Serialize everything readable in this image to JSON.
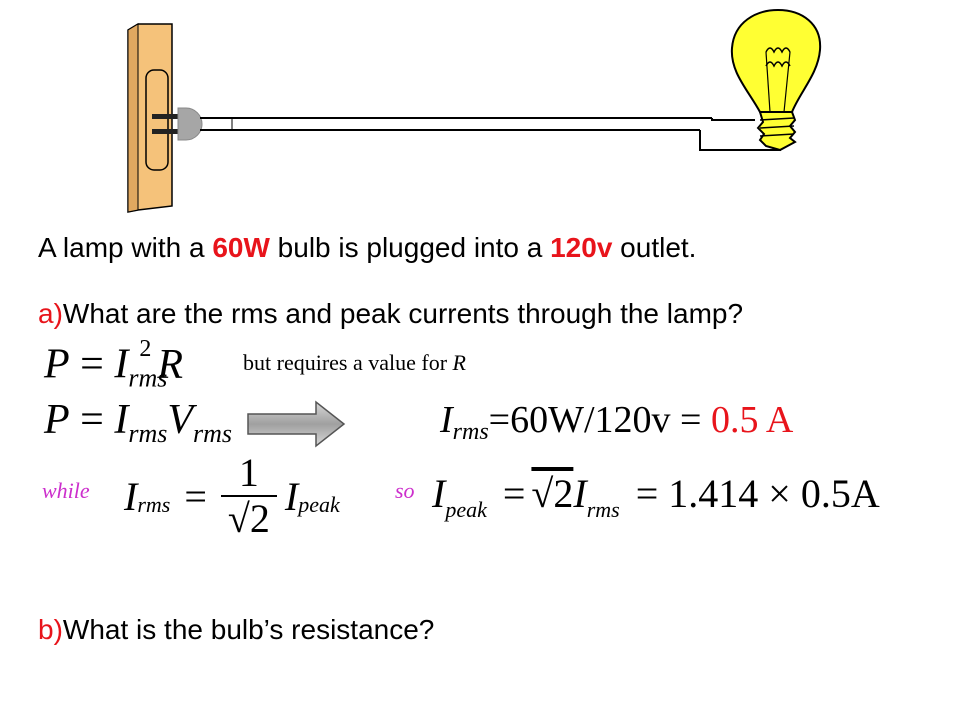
{
  "problem": {
    "intro_pre": "A lamp with a ",
    "intro_power": "60W",
    "intro_mid": " bulb is plugged into a ",
    "intro_voltage": "120v",
    "intro_post": " outlet.",
    "part_a_marker": "a)",
    "part_a_text": "What are the rms and peak currents through the lamp?",
    "part_b_marker": "b)",
    "part_b_text": "What is the bulb’s resistance?"
  },
  "equations": {
    "eq1_lhs": "P",
    "eq1_eq": "=",
    "eq1_I": "I",
    "eq1_sub": "rms",
    "eq1_sup": "2",
    "eq1_R": "R",
    "eq1_note_pre": "but requires a value for ",
    "eq1_note_var": "R",
    "eq2_lhs": "P",
    "eq2_eq": "=",
    "eq2_I": "I",
    "eq2_I_sub": "rms",
    "eq2_V": "V",
    "eq2_V_sub": "rms",
    "result_I": "I",
    "result_sub": "rms",
    "result_expr": "=60W/120v = ",
    "result_value": "0.5 A",
    "while_label": "while",
    "so_label": "so",
    "eq3_I": "I",
    "eq3_sub": "rms",
    "eq3_eq": "=",
    "eq3_num": "1",
    "eq3_den": "√2",
    "eq3_I2": "I",
    "eq3_sub2": "peak",
    "eq4_I": "I",
    "eq4_sub": "peak",
    "eq4_eq": "=",
    "eq4_sqrt": "√2",
    "eq4_I2": "I",
    "eq4_sub2": "rms",
    "eq4_rhs": "= 1.414 × 0.5A"
  },
  "colors": {
    "highlight_red": "#e8141b",
    "magenta": "#cc2fcc",
    "outlet_plate": "#f5c27a",
    "bulb_glass": "#ffff33",
    "plug": "#a6a6a6"
  },
  "icons": {
    "outlet": "wall-outlet-icon",
    "plug": "plug-icon",
    "bulb": "light-bulb-icon",
    "arrow": "right-arrow-icon"
  }
}
